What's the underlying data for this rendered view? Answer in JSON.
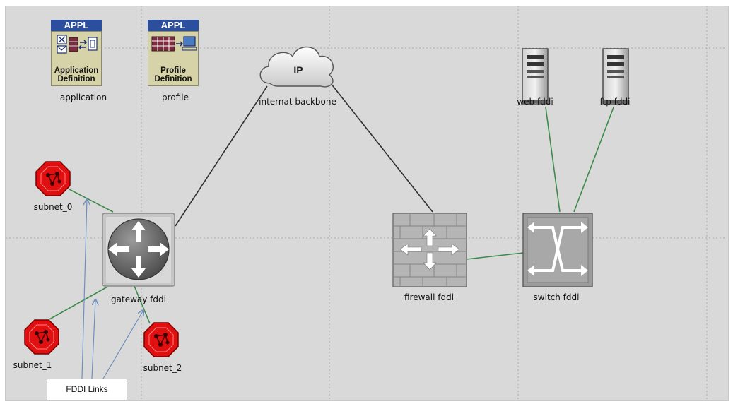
{
  "nodes": {
    "application": {
      "header": "APPL",
      "sub1": "Application",
      "sub2": "Definition",
      "label": "application"
    },
    "profile": {
      "header": "APPL",
      "sub1": "Profile",
      "sub2": "Definition",
      "label": "profile"
    },
    "cloud": {
      "text": "IP",
      "label": "internat backbone"
    },
    "web": {
      "label": "web fddi"
    },
    "ftp": {
      "label": "ftp fddi"
    },
    "subnet0": {
      "label": "subnet_0"
    },
    "subnet1": {
      "label": "subnet_1"
    },
    "subnet2": {
      "label": "subnet_2"
    },
    "gateway": {
      "label": "gateway fddi"
    },
    "firewall": {
      "label": "firewall fddi"
    },
    "switch": {
      "label": "switch fddi"
    }
  },
  "annotation": {
    "text": "FDDI Links"
  },
  "colors": {
    "workspace": "#d9d9d9",
    "link_black": "#303030",
    "link_green": "#3d8a4a",
    "arrow_blue": "#6f8fbf",
    "subnet_red": "#e01010",
    "appl_header": "#2b4f9e"
  }
}
